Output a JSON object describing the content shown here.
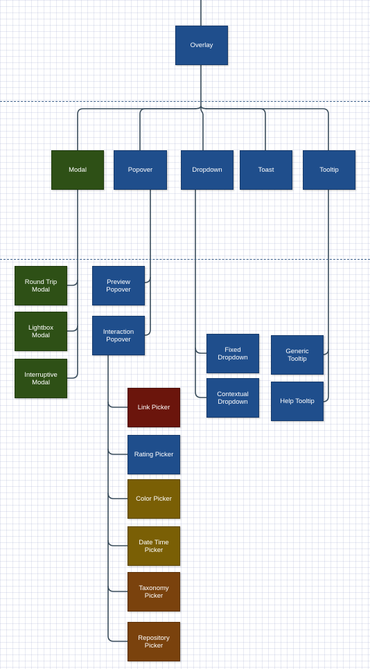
{
  "colors": {
    "blue": "#1f4e8c",
    "green": "#2e5016",
    "red": "#6b150c",
    "olive": "#7a5f05",
    "brown": "#7a420d",
    "connector": "#3a4d5c"
  },
  "nodes": {
    "overlay": "Overlay",
    "modal": "Modal",
    "popover": "Popover",
    "dropdown": "Dropdown",
    "toast": "Toast",
    "tooltip": "Tooltip",
    "round_trip_modal": "Round Trip\nModal",
    "lightbox_modal": "Lightbox\nModal",
    "interruptive_modal": "Interruptive\nModal",
    "preview_popover": "Preview\nPopover",
    "interaction_popover": "Interaction\nPopover",
    "fixed_dropdown": "Fixed\nDropdown",
    "contextual_dropdown": "Contextual\nDropdown",
    "generic_tooltip": "Generic\nTooltip",
    "help_tooltip": "Help Tooltip",
    "link_picker": "Link Picker",
    "rating_picker": "Rating Picker",
    "color_picker": "Color Picker",
    "date_time_picker": "Date Time\nPicker",
    "taxonomy_picker": "Taxonomy\nPicker",
    "repository_picker": "Repository\nPicker"
  }
}
